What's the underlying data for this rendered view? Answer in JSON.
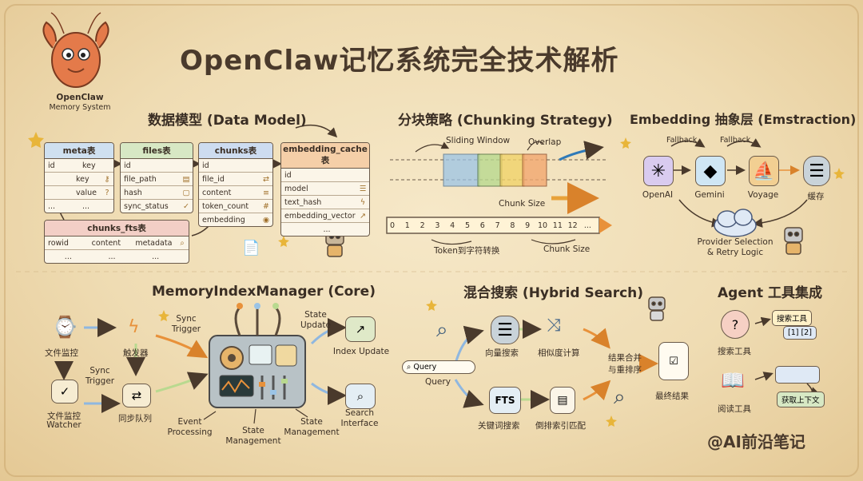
{
  "title": "OpenClaw记忆系统完全技术解析",
  "logo": {
    "line1": "OpenClaw",
    "line2": "Memory System",
    "icon": "lobster-icon"
  },
  "data_model": {
    "heading": "数据模型 (Data Model)",
    "meta": {
      "name": "meta表",
      "rows": [
        [
          "id",
          "key"
        ],
        [
          "",
          "key"
        ],
        [
          "",
          "value"
        ],
        [
          "...",
          "..."
        ]
      ]
    },
    "files": {
      "name": "files表",
      "rows": [
        "id",
        "file_path",
        "hash",
        "sync_status"
      ]
    },
    "chunks": {
      "name": "chunks表",
      "rows": [
        "id",
        "file_id",
        "content",
        "token_count",
        "embedding"
      ]
    },
    "embedding_cache": {
      "name": "embedding_cache表",
      "rows": [
        "id",
        "model",
        "text_hash",
        "embedding_vector",
        "..."
      ]
    },
    "chunks_fts": {
      "name": "chunks_fts表",
      "cols": [
        "rowid",
        "content",
        "metadata"
      ],
      "dots": [
        "...",
        "...",
        "..."
      ]
    }
  },
  "chunking": {
    "heading": "分块策略 (Chunking Strategy)",
    "sliding_window": "Sliding Window",
    "overlap": "Overlap",
    "chunk_size": "Chunk Size",
    "chunk_size2": "Chunk Size",
    "token_label": "Token到字符转换",
    "ticks": [
      "0",
      "1",
      "2",
      "3",
      "4",
      "5",
      "6",
      "7",
      "8",
      "9",
      "10",
      "11",
      "12",
      "..."
    ]
  },
  "embedding": {
    "heading": "Embedding 抽象层 (Emstraction)",
    "fallback1": "Fallback",
    "fallback2": "Fallback",
    "providers": [
      "OpenAI",
      "Gemini",
      "Voyage",
      "缓存"
    ],
    "selection_line1": "Provider Selection",
    "selection_line2": "& Retry Logic"
  },
  "core": {
    "heading": "MemoryIndexManager (Core)",
    "file_watch": "文件监控",
    "file_watcher_line1": "文件监控",
    "file_watcher_line2": "Watcher",
    "trigger": "触发器",
    "sync_trigger_a": "Sync",
    "sync_trigger_b": "Trigger",
    "sync_trigger_c": "Sync",
    "sync_trigger_d": "Trigger",
    "sync_queue": "同步队列",
    "event_a": "Event",
    "event_b": "Processing",
    "state_mgmt_a": "State",
    "state_mgmt_b": "Management",
    "state_mgmt_c": "State",
    "state_mgmt_d": "Management",
    "state_update_a": "State",
    "state_update_b": "Update",
    "index_update": "Index Update",
    "search_if_a": "Search",
    "search_if_b": "Interface"
  },
  "hybrid": {
    "heading": "混合搜索 (Hybrid Search)",
    "query_input": "Query",
    "query": "Query",
    "vector_search": "向量搜索",
    "similarity": "相似度计算",
    "fts": "FTS",
    "keyword_search": "关键词搜索",
    "inverted_index": "倒排索引匹配",
    "merge_a": "结果合并",
    "merge_b": "与重排序",
    "final": "最终结果"
  },
  "agent": {
    "heading": "Agent 工具集成",
    "search_tool": "搜索工具",
    "bubble_title": "搜索工具",
    "bubble_refs": "[1] [2]",
    "read_tool": "阅读工具",
    "context": "获取上下文"
  },
  "watermark": "@AI前沿笔记",
  "colors": {
    "paper": "#f2e2bf",
    "ink": "#3a2e24",
    "meta_blue": "#cfe0f0",
    "files_green": "#d7e8c4",
    "chunks_blue": "#cddcf0",
    "cache_orange": "#f5cfa8",
    "fts_pink": "#f3cfc6",
    "accent_orange": "#e8913a"
  }
}
